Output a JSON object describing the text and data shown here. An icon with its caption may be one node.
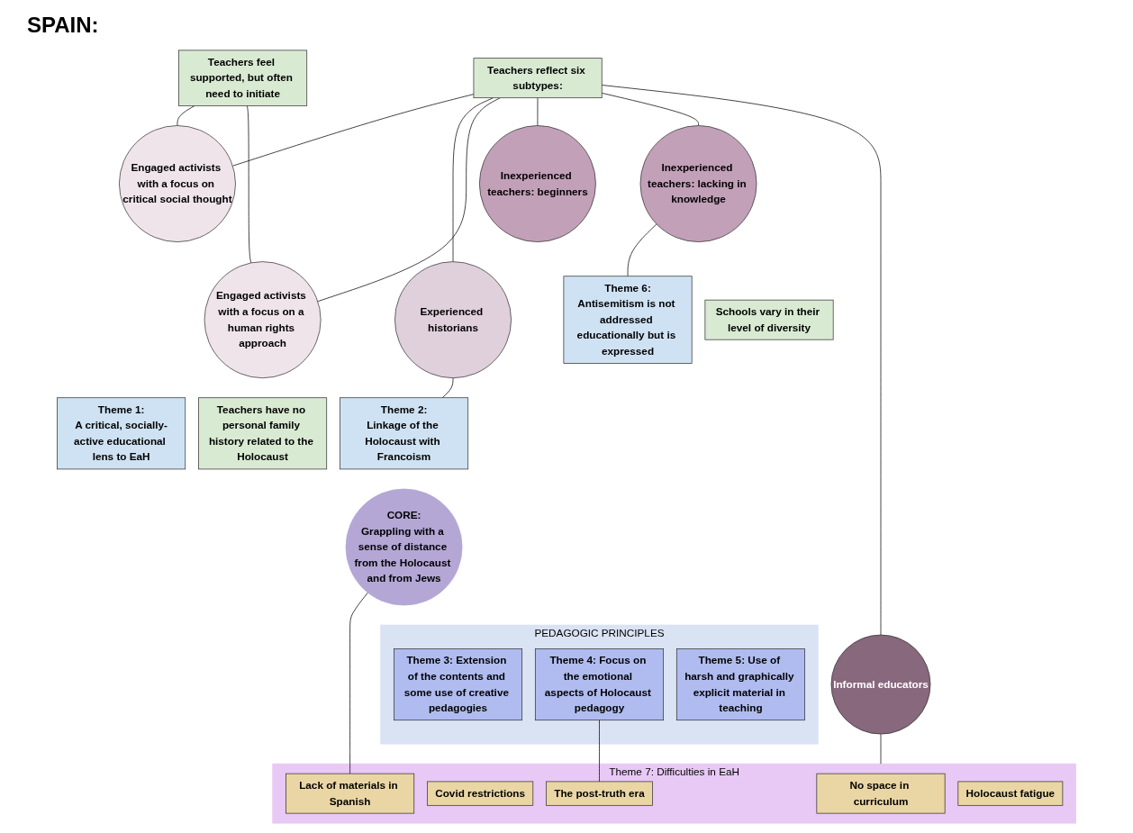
{
  "diagram": {
    "title": "SPAIN:",
    "nodes": [
      {
        "text": [
          "Teachers feel supported, but often need to initiate"
        ]
      },
      {
        "text": [
          "Teachers reflect six subtypes:"
        ]
      },
      {
        "text": [
          "Schools vary in their level of diversity"
        ]
      },
      {
        "text": [
          "Engaged activists with a focus on critical social thought"
        ]
      },
      {
        "text": [
          "Experienced historians"
        ]
      },
      {
        "text": [
          "Inexperienced teachers: beginners"
        ]
      },
      {
        "text": [
          "Inexperienced teachers: lacking in knowledge"
        ]
      },
      {
        "text": [
          "Engaged activists with a focus on a human rights approach"
        ]
      },
      {
        "text": [
          "Theme 1:",
          "A critical, socially-active educational lens to EaH"
        ]
      },
      {
        "text": [
          "Theme 2:",
          "Linkage of the Holocaust with Francoism"
        ]
      },
      {
        "text": [
          "Theme 6:",
          "Antisemitism is not addressed educationally but is expressed"
        ]
      },
      {
        "text": [
          "Informal  educators"
        ]
      },
      {
        "text": [
          "Teachers have no personal family history related to the Holocaust"
        ]
      },
      {
        "text": [
          "CORE:",
          "Grappling with a sense of distance from the Holocaust and from Jews"
        ]
      },
      {
        "text": [
          "PEDAGOGIC PRINCIPLES"
        ]
      },
      {
        "text": [
          "Theme 3: Extension of the contents and some use of creative pedagogies"
        ],
        "in": 14
      },
      {
        "text": [
          "Theme 4: Focus on the emotional aspects of Holocaust pedagogy"
        ],
        "in": 14
      },
      {
        "text": [
          "Theme 5: Use of harsh and graphically explicit material in teaching"
        ],
        "in": 14
      },
      {
        "text": [
          "Theme 7: Difficulties in EaH"
        ]
      },
      {
        "text": [
          "No space in curriculum"
        ],
        "in": 18
      },
      {
        "text": [
          "Covid restrictions"
        ],
        "in": 18
      },
      {
        "text": [
          "The post-truth era"
        ],
        "in": 18
      },
      {
        "text": [
          "Lack of materials in Spanish"
        ],
        "in": 18
      },
      {
        "text": [
          "Holocaust fatigue"
        ],
        "in": 18
      }
    ],
    "edges": [
      {
        "from": 0,
        "to": 3,
        "arrow": "none"
      },
      {
        "from": 0,
        "to": 7,
        "arrow": "none"
      },
      {
        "from": 1,
        "to": 3,
        "arrow": "none"
      },
      {
        "from": 1,
        "to": 4,
        "arrow": "none"
      },
      {
        "from": 1,
        "to": 7,
        "arrow": "none"
      },
      {
        "from": 1,
        "to": 5,
        "arrow": "none"
      },
      {
        "from": 1,
        "to": 6,
        "arrow": "none"
      },
      {
        "from": 1,
        "to": 11,
        "arrow": "none"
      },
      {
        "from": 4,
        "to": 9,
        "arrow": "none"
      },
      {
        "from": 6,
        "to": 10,
        "arrow": "none"
      },
      {
        "from": 11,
        "to": 18,
        "arrow": "none"
      },
      {
        "from": 16,
        "to": 21,
        "arrow": "none"
      },
      {
        "from": 13,
        "to": 22,
        "arrow": "none"
      }
    ]
  }
}
